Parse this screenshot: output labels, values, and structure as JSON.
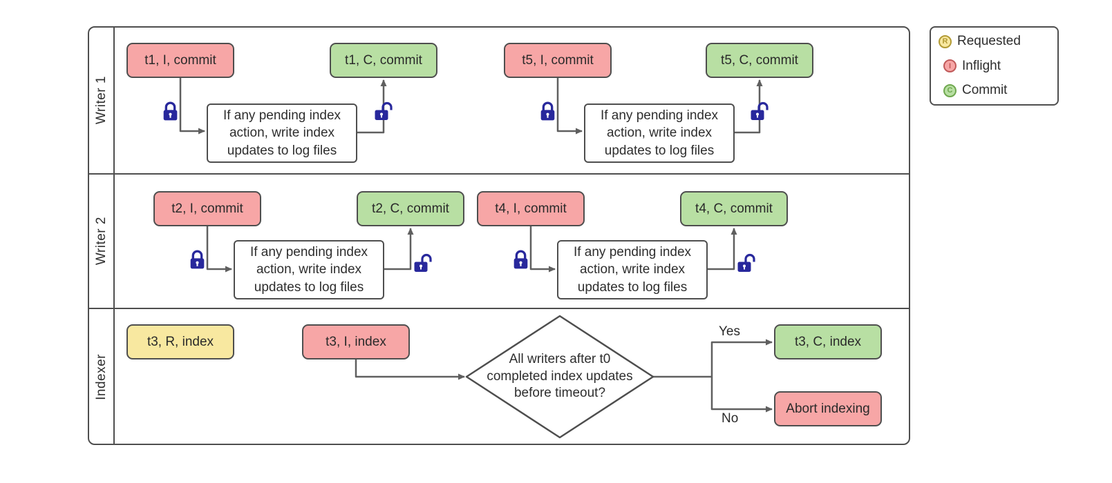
{
  "lanes": [
    {
      "label": "Writer 1"
    },
    {
      "label": "Writer 2"
    },
    {
      "label": "Indexer"
    }
  ],
  "nodes": {
    "t1_i": "t1, I, commit",
    "t1_c": "t1, C, commit",
    "t5_i": "t5, I, commit",
    "t5_c": "t5, C, commit",
    "t2_i": "t2, I, commit",
    "t2_c": "t2, C, commit",
    "t4_i": "t4, I, commit",
    "t4_c": "t4, C, commit",
    "t3_r": "t3, R, index",
    "t3_i": "t3, I, index",
    "t3_c": "t3, C, index",
    "abort": "Abort indexing",
    "process": "If any pending index action, write index updates to log files",
    "decision": "All writers after t0 completed index updates before timeout?"
  },
  "labels": {
    "yes": "Yes",
    "no": "No"
  },
  "legend": {
    "items": [
      {
        "symbol": "R",
        "label": "Requested"
      },
      {
        "symbol": "I",
        "label": "Inflight"
      },
      {
        "symbol": "C",
        "label": "Commit"
      }
    ]
  },
  "colors": {
    "inflight_fill": "#f7a6a6",
    "inflight_stroke": "#c05a5a",
    "commit_fill": "#b8dfa3",
    "commit_stroke": "#6fa84f",
    "requested_fill": "#f8e8a0",
    "requested_stroke": "#b29a34",
    "box_border": "#4e4e4e",
    "lock": "#28289c",
    "arrow": "#5f5f5f"
  }
}
